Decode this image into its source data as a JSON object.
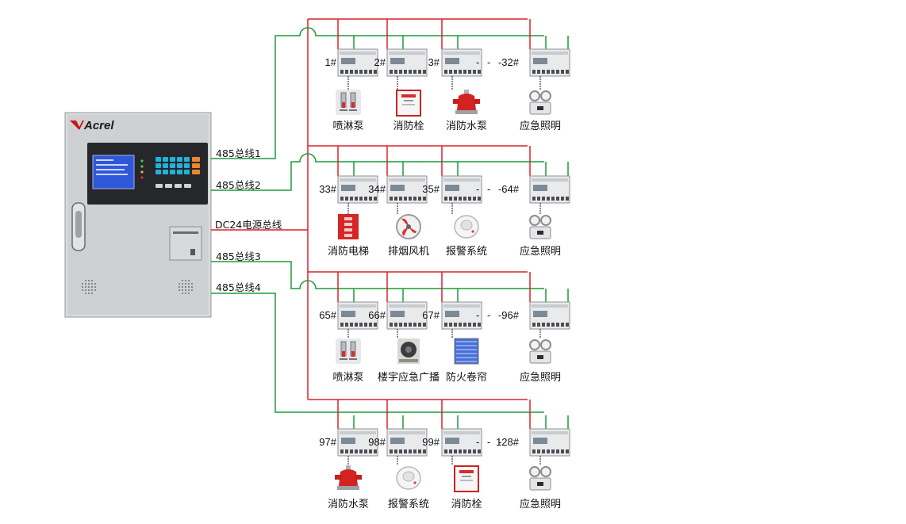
{
  "colors": {
    "power": "#d8232a",
    "bus": "#1b9b3c",
    "cabinet": "#cfd0d2",
    "screen": "#2f58d8"
  },
  "cabinet": {
    "brand": "Acrel"
  },
  "bus_labels": [
    "485总线1",
    "485总线2",
    "DC24电源总线",
    "485总线3",
    "485总线4"
  ],
  "rows": [
    {
      "nodes": [
        {
          "id": "1#",
          "device": "喷淋泵",
          "icon": "sprinkler-icon"
        },
        {
          "id": "2#",
          "device": "消防栓",
          "icon": "hydrant-box-icon"
        },
        {
          "id": "3#",
          "device": "消防水泵",
          "icon": "water-pump-icon"
        },
        {
          "id": "32#",
          "device": "应急照明",
          "icon": "emergency-light-icon"
        }
      ]
    },
    {
      "nodes": [
        {
          "id": "33#",
          "device": "消防电梯",
          "icon": "fire-elevator-icon"
        },
        {
          "id": "34#",
          "device": "排烟风机",
          "icon": "exhaust-fan-icon"
        },
        {
          "id": "35#",
          "device": "报警系统",
          "icon": "smoke-detector-icon"
        },
        {
          "id": "64#",
          "device": "应急照明",
          "icon": "emergency-light-icon"
        }
      ]
    },
    {
      "nodes": [
        {
          "id": "65#",
          "device": "喷淋泵",
          "icon": "sprinkler-icon"
        },
        {
          "id": "66#",
          "device": "楼宇应急广播",
          "icon": "speaker-icon"
        },
        {
          "id": "67#",
          "device": "防火卷帘",
          "icon": "fire-shutter-icon"
        },
        {
          "id": "96#",
          "device": "应急照明",
          "icon": "emergency-light-icon"
        }
      ]
    },
    {
      "nodes": [
        {
          "id": "97#",
          "device": "消防水泵",
          "icon": "water-pump-icon"
        },
        {
          "id": "98#",
          "device": "报警系统",
          "icon": "smoke-detector-icon"
        },
        {
          "id": "99#",
          "device": "消防栓",
          "icon": "hydrant-box-icon"
        },
        {
          "id": "128#",
          "device": "应急照明",
          "icon": "emergency-light-icon"
        }
      ]
    }
  ],
  "ellipsis": "- - -"
}
